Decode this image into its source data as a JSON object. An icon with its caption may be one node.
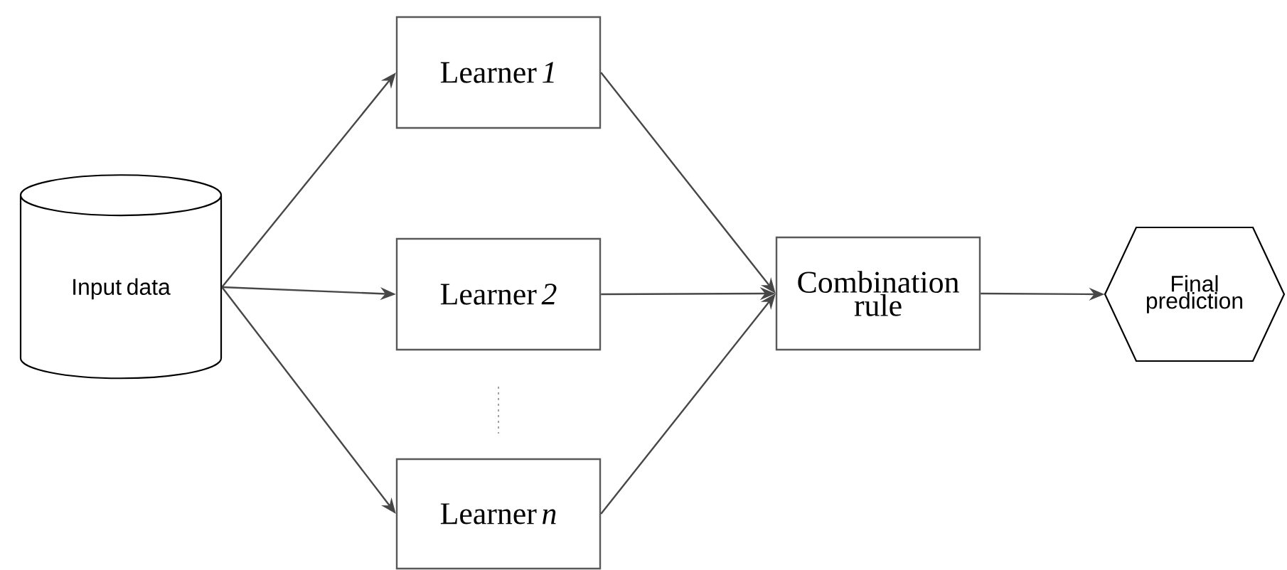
{
  "diagram": {
    "nodes": [
      {
        "text": [
          "Input data"
        ]
      },
      {
        "text": [
          "Learner *1*"
        ]
      },
      {
        "text": [
          "Learner *2*"
        ]
      },
      {
        "text": [
          "Learner *n*"
        ]
      },
      {
        "text": [
          "Combination rule"
        ]
      },
      {
        "text": [
          "Final prediction"
        ]
      }
    ],
    "edges": [
      {
        "from": 0,
        "to": 1,
        "arrow": "to"
      },
      {
        "from": 0,
        "to": 2,
        "arrow": "to"
      },
      {
        "from": 0,
        "to": 3,
        "arrow": "to"
      },
      {
        "from": 1,
        "to": 4,
        "arrow": "to"
      },
      {
        "from": 2,
        "to": 4,
        "arrow": "to"
      },
      {
        "from": 3,
        "to": 4,
        "arrow": "to"
      },
      {
        "from": 4,
        "to": 5,
        "arrow": "to"
      }
    ]
  }
}
